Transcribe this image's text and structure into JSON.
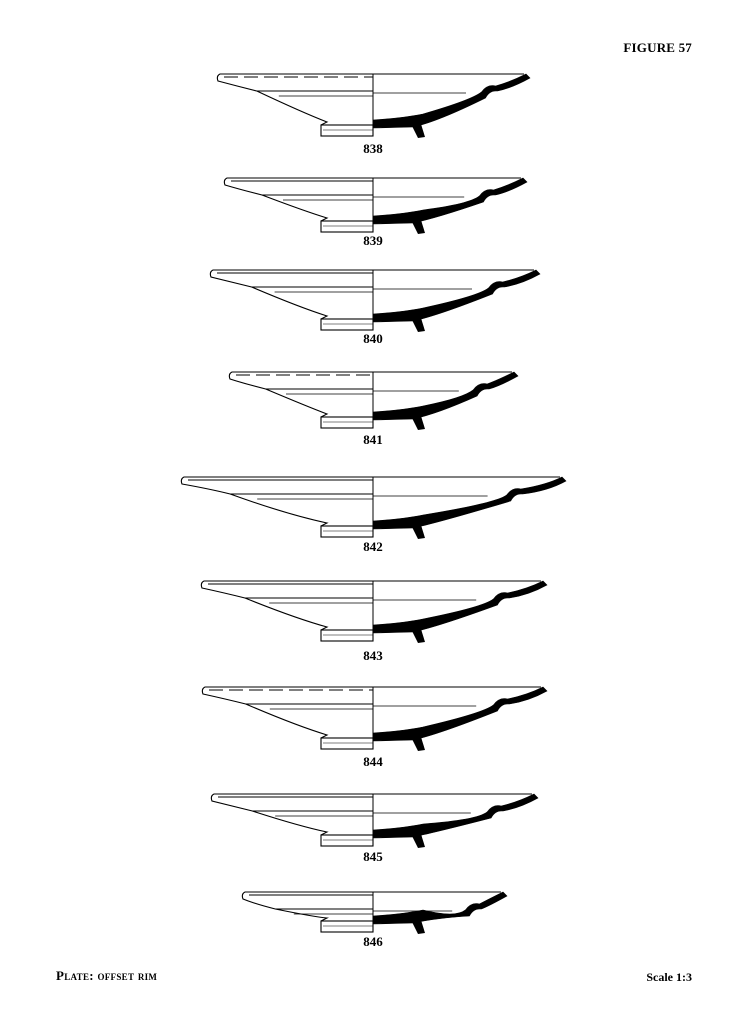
{
  "figure_title": "FIGURE 57",
  "caption": "Plate: offset rim",
  "scale_label": "Scale 1:3",
  "plates": [
    {
      "number": "838"
    },
    {
      "number": "839"
    },
    {
      "number": "840"
    },
    {
      "number": "841"
    },
    {
      "number": "842"
    },
    {
      "number": "843"
    },
    {
      "number": "844"
    },
    {
      "number": "845"
    },
    {
      "number": "846"
    }
  ]
}
